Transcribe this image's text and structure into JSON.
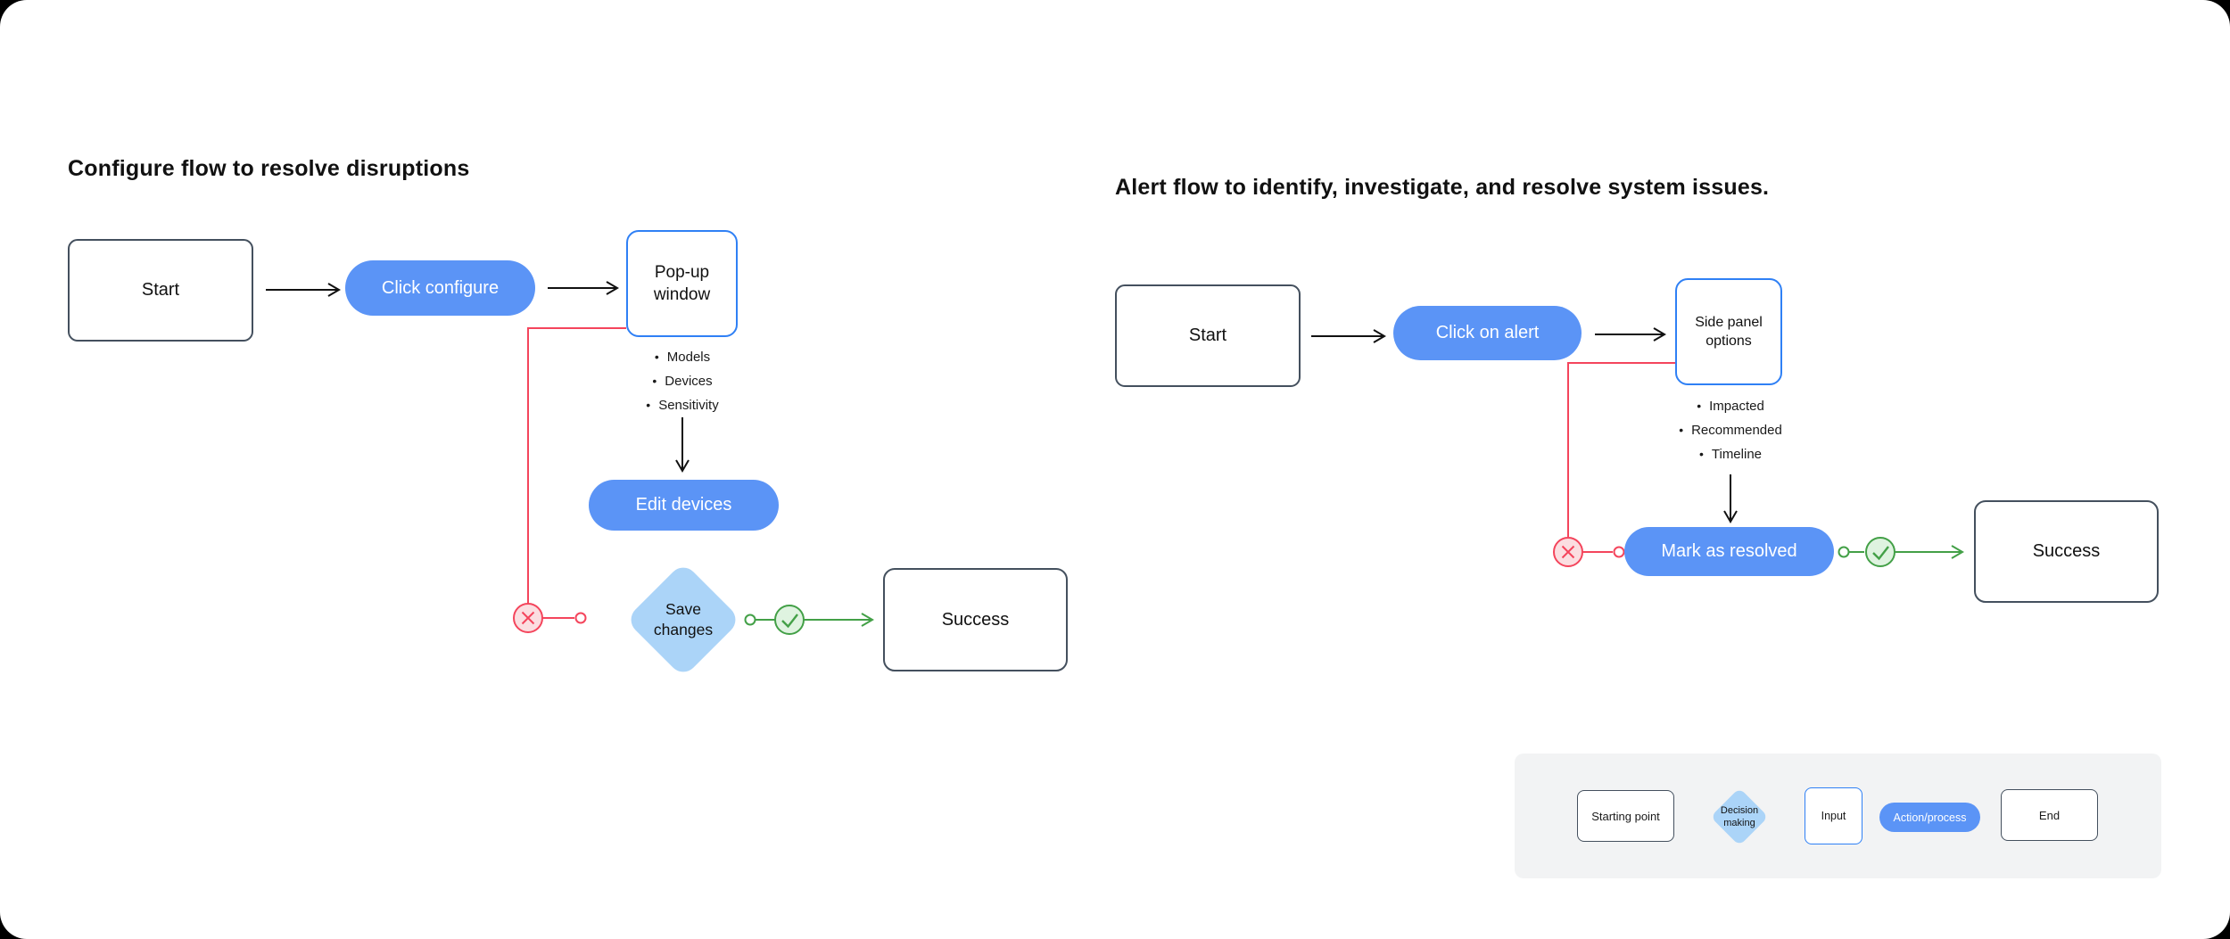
{
  "ui": {
    "bullet": "•"
  },
  "colors": {
    "accent_blue": "#5b94f6",
    "input_border_blue": "#2f80f5",
    "decision_fill": "#abd4f8",
    "fail_red": "#f4455c",
    "fail_red_fill": "#fbdee1",
    "pass_green": "#43a047",
    "pass_green_fill": "#dff3e0",
    "terminal_border": "#44505e",
    "legend_bg": "#f2f3f4",
    "canvas_bg": "#ffffff"
  },
  "flows": [
    {
      "title": "Configure flow to resolve disruptions",
      "nodes": {
        "start": "Start",
        "action": "Click configure",
        "input": "Pop-up window",
        "bullets": [
          "Models",
          "Devices",
          "Sensitivity"
        ],
        "action2": "Edit devices",
        "decision": "Save changes",
        "end": "Success"
      }
    },
    {
      "title": "Alert flow to identify, investigate, and resolve system issues.",
      "nodes": {
        "start": "Start",
        "action": "Click on alert",
        "input": "Side panel options",
        "bullets": [
          "Impacted",
          "Recommended",
          "Timeline"
        ],
        "action2": "Mark as resolved",
        "end": "Success"
      }
    }
  ],
  "legend": {
    "items": [
      {
        "type": "start",
        "label": "Starting point"
      },
      {
        "type": "decision",
        "label": "Decision making"
      },
      {
        "type": "input",
        "label": "Input"
      },
      {
        "type": "action",
        "label": "Action/process"
      },
      {
        "type": "end",
        "label": "End"
      }
    ]
  }
}
